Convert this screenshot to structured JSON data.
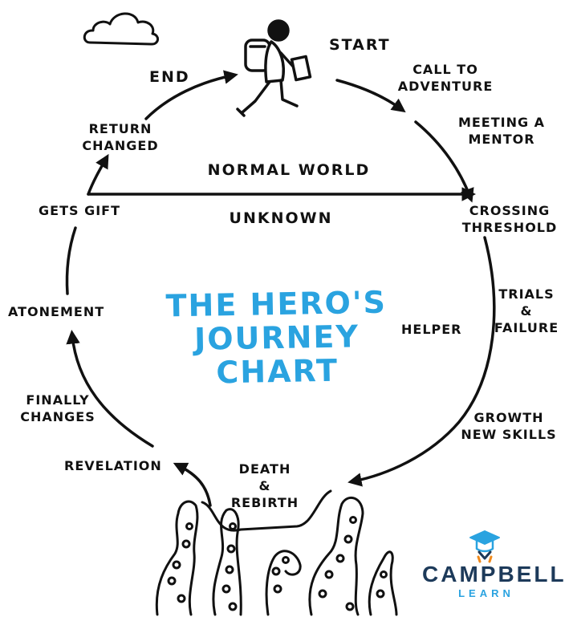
{
  "title": {
    "line1": "THE HERO'S",
    "line2": "JOURNEY",
    "line3": "CHART"
  },
  "regions": {
    "normal": "NORMAL WORLD",
    "unknown": "UNKNOWN"
  },
  "stages": {
    "start": "START",
    "call": [
      "CALL TO",
      "ADVENTURE"
    ],
    "mentor": [
      "MEETING A",
      "MENTOR"
    ],
    "threshold": [
      "CROSSING",
      "THRESHOLD"
    ],
    "trials": [
      "TRIALS",
      "&",
      "FAILURE"
    ],
    "helper": "HELPER",
    "growth": [
      "GROWTH",
      "NEW SKILLS"
    ],
    "death": [
      "DEATH",
      "&",
      "REBIRTH"
    ],
    "revelation": "REVELATION",
    "finally": [
      "FINALLY",
      "CHANGES"
    ],
    "atonement": "ATONEMENT",
    "gift": "GETS GIFT",
    "return": [
      "RETURN",
      "CHANGED"
    ],
    "end": "END"
  },
  "brand": {
    "name": "CAMPBELL",
    "sub": "LEARN"
  },
  "colors": {
    "title": "#2aa3e0",
    "ink": "#111111",
    "brand": "#1d3a5a",
    "brand_accent": "#2aa3e0"
  },
  "icons": [
    "cloud-icon",
    "hiker-icon",
    "tentacles-icon",
    "graduate-logo-icon"
  ]
}
